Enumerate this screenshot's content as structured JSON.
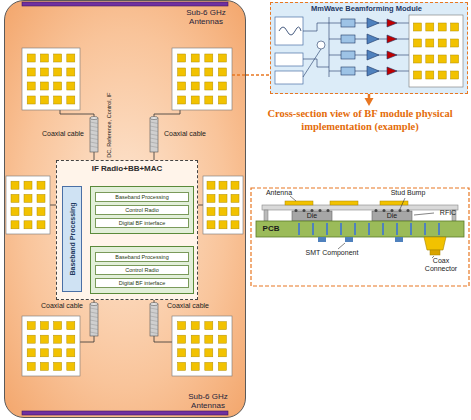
{
  "diagram": {
    "nodes": [
      {
        "text": [
          "Sub-6 GHz Antennas",
          "Sub-6 GHz Antennas"
        ]
      },
      {
        "text": [
          "IF Radio+BB+MAC"
        ],
        "in": 0
      },
      {
        "text": [
          "Baseband Processing"
        ],
        "in": 1
      },
      {
        "text": [
          "Baseband Processing",
          "Control Radio",
          "Digital BF interface"
        ],
        "in": 1
      },
      {
        "text": [
          "Baseband Processing",
          "Control Radio",
          "Digital BF interface"
        ],
        "in": 1
      },
      {
        "text": [
          "MmWave Beamforming Module"
        ]
      },
      {
        "text": [
          "Cross-section view of BF module physical implementation (example)"
        ]
      }
    ],
    "edges": [
      {
        "from": 0,
        "to": 5,
        "arrow": "none"
      },
      {
        "from": 5,
        "to": 6,
        "arrow": "to"
      }
    ],
    "labels": [
      "Coaxial cable",
      "DC, Reference, Control, IF",
      "Coaxial cable",
      "Coaxial cable",
      "Coaxial cable",
      "Antenna",
      "Stud Bump",
      "Die",
      "Die",
      "RFIC",
      "PCB",
      "SMT Component",
      "Coax Connector"
    ]
  }
}
